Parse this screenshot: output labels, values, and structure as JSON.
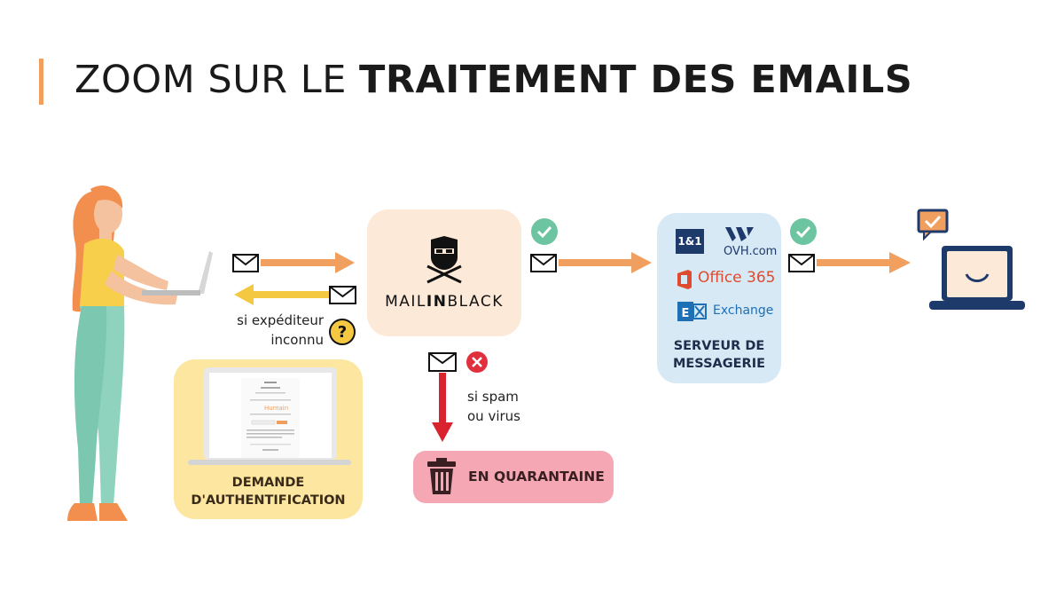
{
  "title": {
    "light": "ZOOM SUR LE ",
    "bold": "TRAITEMENT DES EMAILS"
  },
  "mailinblack": {
    "part1": "MAIL",
    "part2": "IN",
    "part3": "BLACK"
  },
  "server": {
    "label_line1": "SERVEUR DE",
    "label_line2": "MESSAGERIE",
    "providers": [
      {
        "name": "1&1",
        "icon": "one-and-one-logo"
      },
      {
        "name": "OVH",
        "suffix": ".com",
        "icon": "ovh-logo"
      },
      {
        "name": "Office 365",
        "icon": "office365-logo"
      },
      {
        "name": "Exchange",
        "icon": "exchange-logo"
      }
    ]
  },
  "auth": {
    "label_line1": "DEMANDE",
    "label_line2": "D'AUTHENTIFICATION",
    "preview_word": "Humain"
  },
  "quarantine": {
    "label": "EN QUARANTAINE"
  },
  "notes": {
    "unknown_line1": "si expéditeur",
    "unknown_line2": "inconnu",
    "spam_line1": "si spam",
    "spam_line2": "ou virus"
  },
  "colors": {
    "accent_orange": "#f19f5f",
    "arrow_yellow": "#f5c842",
    "arrow_red": "#d9232e",
    "check_green": "#6cc5a0",
    "cross_red": "#e0303b",
    "mib_bg": "#fde9d8",
    "server_bg": "#d6e9f5",
    "auth_bg": "#fde6a0",
    "quarantine_bg": "#f5a8b4",
    "laptop_navy": "#1e3a6b"
  }
}
